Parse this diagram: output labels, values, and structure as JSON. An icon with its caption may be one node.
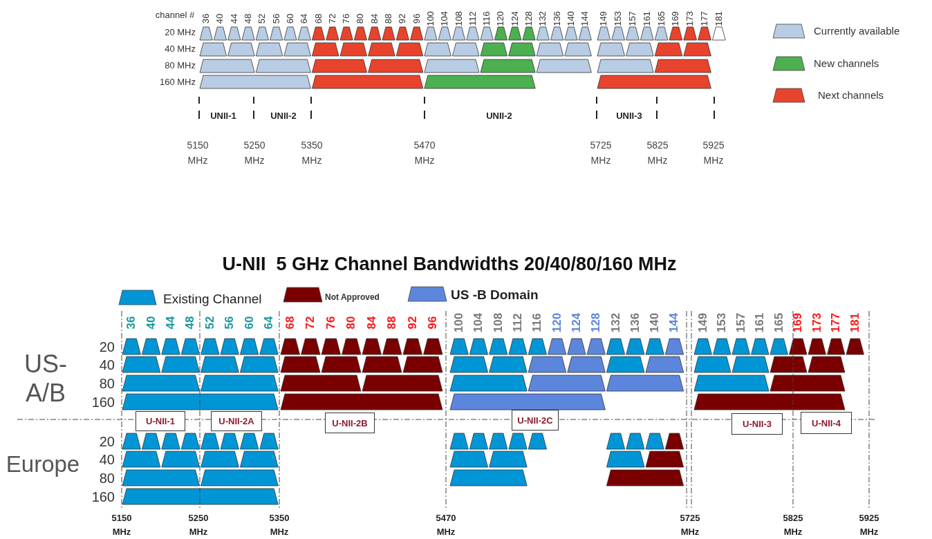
{
  "diagram": {
    "title": "U-NII  5 GHz Channel Bandwidths 20/40/80/160 MHz",
    "nodes": [
      {
        "text": [
          "U-NII-1"
        ]
      },
      {
        "text": [
          "U-NII-2A"
        ]
      },
      {
        "text": [
          "U-NII-2B"
        ]
      },
      {
        "text": [
          "U-NII-2C"
        ]
      },
      {
        "text": [
          "U-NII-3"
        ]
      },
      {
        "text": [
          "U-NII-4"
        ]
      }
    ],
    "labels": [
      "channel #",
      "36",
      "40",
      "44",
      "48",
      "52",
      "56",
      "60",
      "64",
      "68",
      "72",
      "76",
      "80",
      "84",
      "88",
      "92",
      "96",
      "100",
      "104",
      "108",
      "112",
      "116",
      "120",
      "124",
      "128",
      "132",
      "136",
      "140",
      "144",
      "149",
      "153",
      "157",
      "161",
      "165",
      "169",
      "173",
      "177",
      "181",
      "20 MHz",
      "40 MHz",
      "80 MHz",
      "160 MHz",
      "UNII-1",
      "UNII-2",
      "UNII-2",
      "UNII-3",
      "5150 MHz",
      "5250 MHz",
      "5350 MHz",
      "5470 MHz",
      "5725 MHz",
      "5825 MHz",
      "5925 MHz",
      "36",
      "40",
      "44",
      "48",
      "52",
      "56",
      "60",
      "64",
      "68",
      "72",
      "76",
      "80",
      "84",
      "88",
      "92",
      "96",
      "100",
      "104",
      "108",
      "112",
      "116",
      "120",
      "124",
      "128",
      "132",
      "136",
      "140",
      "144",
      "149",
      "153",
      "157",
      "161",
      "165",
      "169",
      "173",
      "177",
      "181",
      "20",
      "40",
      "80",
      "160",
      "US- A/B",
      "Europe",
      "20",
      "40",
      "80",
      "160",
      "5150 MHz",
      "5250 MHz",
      "5350 MHz",
      "5470 MHz",
      "5725 MHz",
      "5825 MHz",
      "5925 MHz"
    ],
    "legend": [
      {
        "text": "Currently available",
        "color": "#b8cce4"
      },
      {
        "text": "New channels",
        "color": "#4caf50"
      },
      {
        "text": "Next channels",
        "color": "#e8432d"
      },
      {
        "text": "Existing Channel",
        "color": "#0096d6"
      },
      {
        "text": "Not Approved",
        "color": "#7a0000"
      },
      {
        "text": "US -B Domain",
        "color": "#5b86dc"
      }
    ]
  }
}
